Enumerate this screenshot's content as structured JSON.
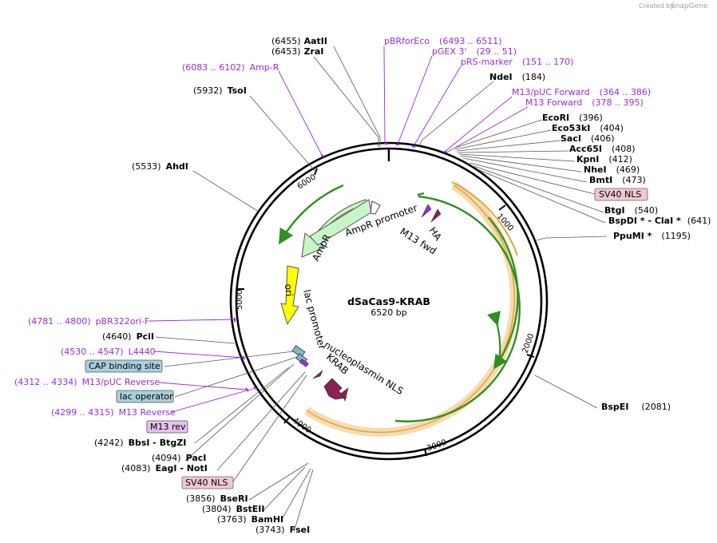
{
  "credit": {
    "created_by": "Created by",
    "brand": "SnapGene"
  },
  "plasmid": {
    "name": "dSaCas9-KRAB",
    "size": "6520 bp"
  },
  "ticks": [
    "1000",
    "2000",
    "3000",
    "4000",
    "5000",
    "6000"
  ],
  "inner_features": {
    "ampr": "AmpR",
    "ampr_promoter": "AmpR promoter",
    "ori": "ori",
    "lac_promoter": "lac promoter",
    "nucleoplasmin_nls": "nucleoplasmin NLS",
    "krab": "KRAB",
    "m13_fwd": "M13 fwd",
    "ha": "HA"
  },
  "badges": {
    "sv40_nls_top": "SV40 NLS",
    "cap_binding_site": "CAP binding site",
    "lac_operator": "lac operator",
    "m13_rev": "M13 rev",
    "sv40_nls_bottom": "SV40 NLS"
  },
  "primers": {
    "amp_r": {
      "name": "Amp-R",
      "pos": "(6083 .. 6102)"
    },
    "pbrforeco": {
      "name": "pBRforEco",
      "pos": "(6493 .. 6511)"
    },
    "pgex3": {
      "name": "pGEX 3'",
      "pos": "(29 .. 51)"
    },
    "prs_marker": {
      "name": "pRS-marker",
      "pos": "(151 .. 170)"
    },
    "m13_puc_forward": {
      "name": "M13/pUC Forward",
      "pos": "(364 .. 386)"
    },
    "m13_forward": {
      "name": "M13 Forward",
      "pos": "(378 .. 395)"
    },
    "pbr322ori_f": {
      "name": "pBR322ori-F",
      "pos": "(4781 .. 4800)"
    },
    "l4440": {
      "name": "L4440",
      "pos": "(4530 .. 4547)"
    },
    "m13_puc_reverse": {
      "name": "M13/pUC Reverse",
      "pos": "(4312 .. 4334)"
    },
    "m13_reverse": {
      "name": "M13 Reverse",
      "pos": "(4299 .. 4315)"
    }
  },
  "sites": {
    "aatii": {
      "name": "AatII",
      "pos": "(6455)"
    },
    "zrai": {
      "name": "ZraI",
      "pos": "(6453)"
    },
    "tsoi": {
      "name": "TsoI",
      "pos": "(5932)"
    },
    "ahdi": {
      "name": "AhdI",
      "pos": "(5533)"
    },
    "ndei": {
      "name": "NdeI",
      "pos": "(184)"
    },
    "ecori": {
      "name": "EcoRI",
      "pos": "(396)"
    },
    "eco53ki": {
      "name": "Eco53kI",
      "pos": "(404)"
    },
    "saci": {
      "name": "SacI",
      "pos": "(406)"
    },
    "acc65i": {
      "name": "Acc65I",
      "pos": "(408)"
    },
    "kpni": {
      "name": "KpnI",
      "pos": "(412)"
    },
    "nhei": {
      "name": "NheI",
      "pos": "(469)"
    },
    "bmti": {
      "name": "BmtI",
      "pos": "(473)"
    },
    "btgi": {
      "name": "BtgI",
      "pos": "(540)"
    },
    "bspdi_clai": {
      "name": "BspDI * - ClaI *",
      "pos": "(641)"
    },
    "ppumi": {
      "name": "PpuMI *",
      "pos": "(1195)"
    },
    "bspei": {
      "name": "BspEI",
      "pos": "(2081)"
    },
    "pcii": {
      "name": "PciI",
      "pos": "(4640)"
    },
    "bbsi_btgzi": {
      "name": "BbsI - BtgZI",
      "pos": "(4242)"
    },
    "paci": {
      "name": "PacI",
      "pos": "(4094)"
    },
    "eagi_noti": {
      "name": "EagI - NotI",
      "pos": "(4083)"
    },
    "bseri": {
      "name": "BseRI",
      "pos": "(3856)"
    },
    "bsteii": {
      "name": "BstEII",
      "pos": "(3804)"
    },
    "bamhi": {
      "name": "BamHI",
      "pos": "(3763)"
    },
    "fsei": {
      "name": "FseI",
      "pos": "(3743)"
    }
  },
  "colors": {
    "primer": "#9a2bd8",
    "orf_arrow": "#2f8f1f",
    "cas9_band": "#f5dcb0",
    "ampr": "#c8f5c8",
    "ori": "#ffff00",
    "krab": "#8b2252",
    "sv40_nls_badge": "#f0c8d0",
    "lac_badge": "#a8cfdc",
    "m13_rev_badge": "#e3c2ef"
  }
}
